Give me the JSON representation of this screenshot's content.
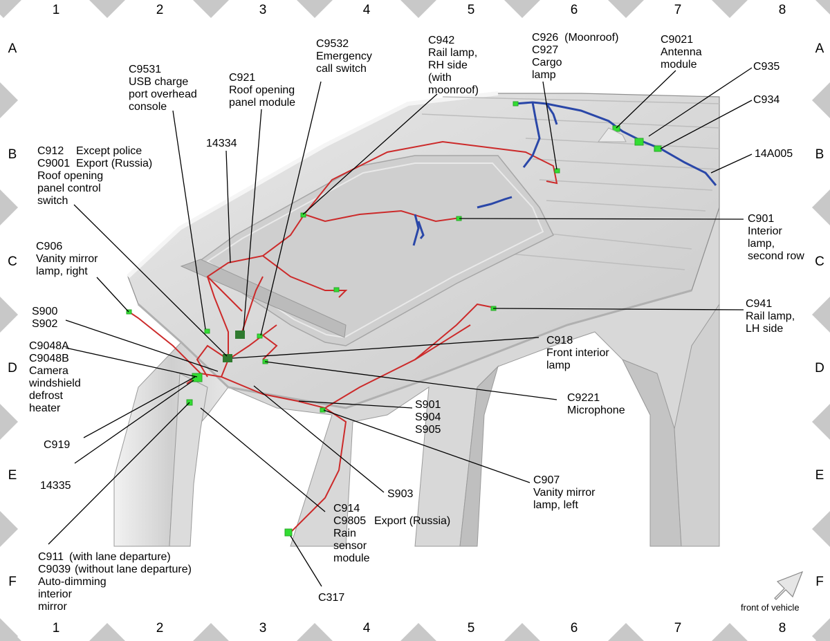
{
  "grid": {
    "columns": [
      "1",
      "2",
      "3",
      "4",
      "5",
      "6",
      "7",
      "8"
    ],
    "rows": [
      "A",
      "B",
      "C",
      "D",
      "E",
      "F"
    ]
  },
  "labels": {
    "c9531": "C9531\nUSB charge\nport overhead\nconsole",
    "c921": "C921\nRoof opening\npanel module",
    "c9532": "C9532\nEmergency\ncall switch",
    "c942": "C942\nRail lamp,\nRH side\n(with\nmoonroof)",
    "c926": "C926  (Moonroof)\nC927\nCargo\nlamp",
    "c9021": "C9021\nAntenna\nmodule",
    "c935": "C935",
    "c934": "C934",
    "w14a005": "14A005",
    "c912": "C912\nC9001\nRoof opening\npanel control\nswitch",
    "except_police": "Except police\nExport (Russia)",
    "w14334": "14334",
    "c906": "C906\nVanity mirror\nlamp, right",
    "c901": "C901\nInterior\nlamp,\nsecond row",
    "c941": "C941\nRail lamp,\nLH side",
    "s900": "S900\nS902",
    "c9048": "C9048A\nC9048B\nCamera\nwindshield\ndefrost\nheater",
    "c918": "C918\nFront interior\nlamp",
    "c9221": "C9221\nMicrophone",
    "s901": "S901\nS904\nS905",
    "c919": "C919",
    "w14335": "14335",
    "s903": "S903",
    "c907": "C907\nVanity mirror\nlamp, left",
    "c914": "C914\nC9805\nRain\nsensor\nmodule",
    "export_russia": "Export (Russia)",
    "c911": "C911",
    "c911_note": "(with lane departure)",
    "c9039": "C9039",
    "c9039_note": "(without lane departure)",
    "c911_desc": "Auto-dimming\ninterior\nmirror",
    "c317": "C317"
  },
  "front_of_vehicle": "front of vehicle",
  "colors": {
    "harness_red": "#cc2a2a",
    "harness_blue": "#2a47a8",
    "connector_green": "#33dd33",
    "body_gray": "#d6d6d6",
    "tab_gray": "#c8c8c8"
  }
}
